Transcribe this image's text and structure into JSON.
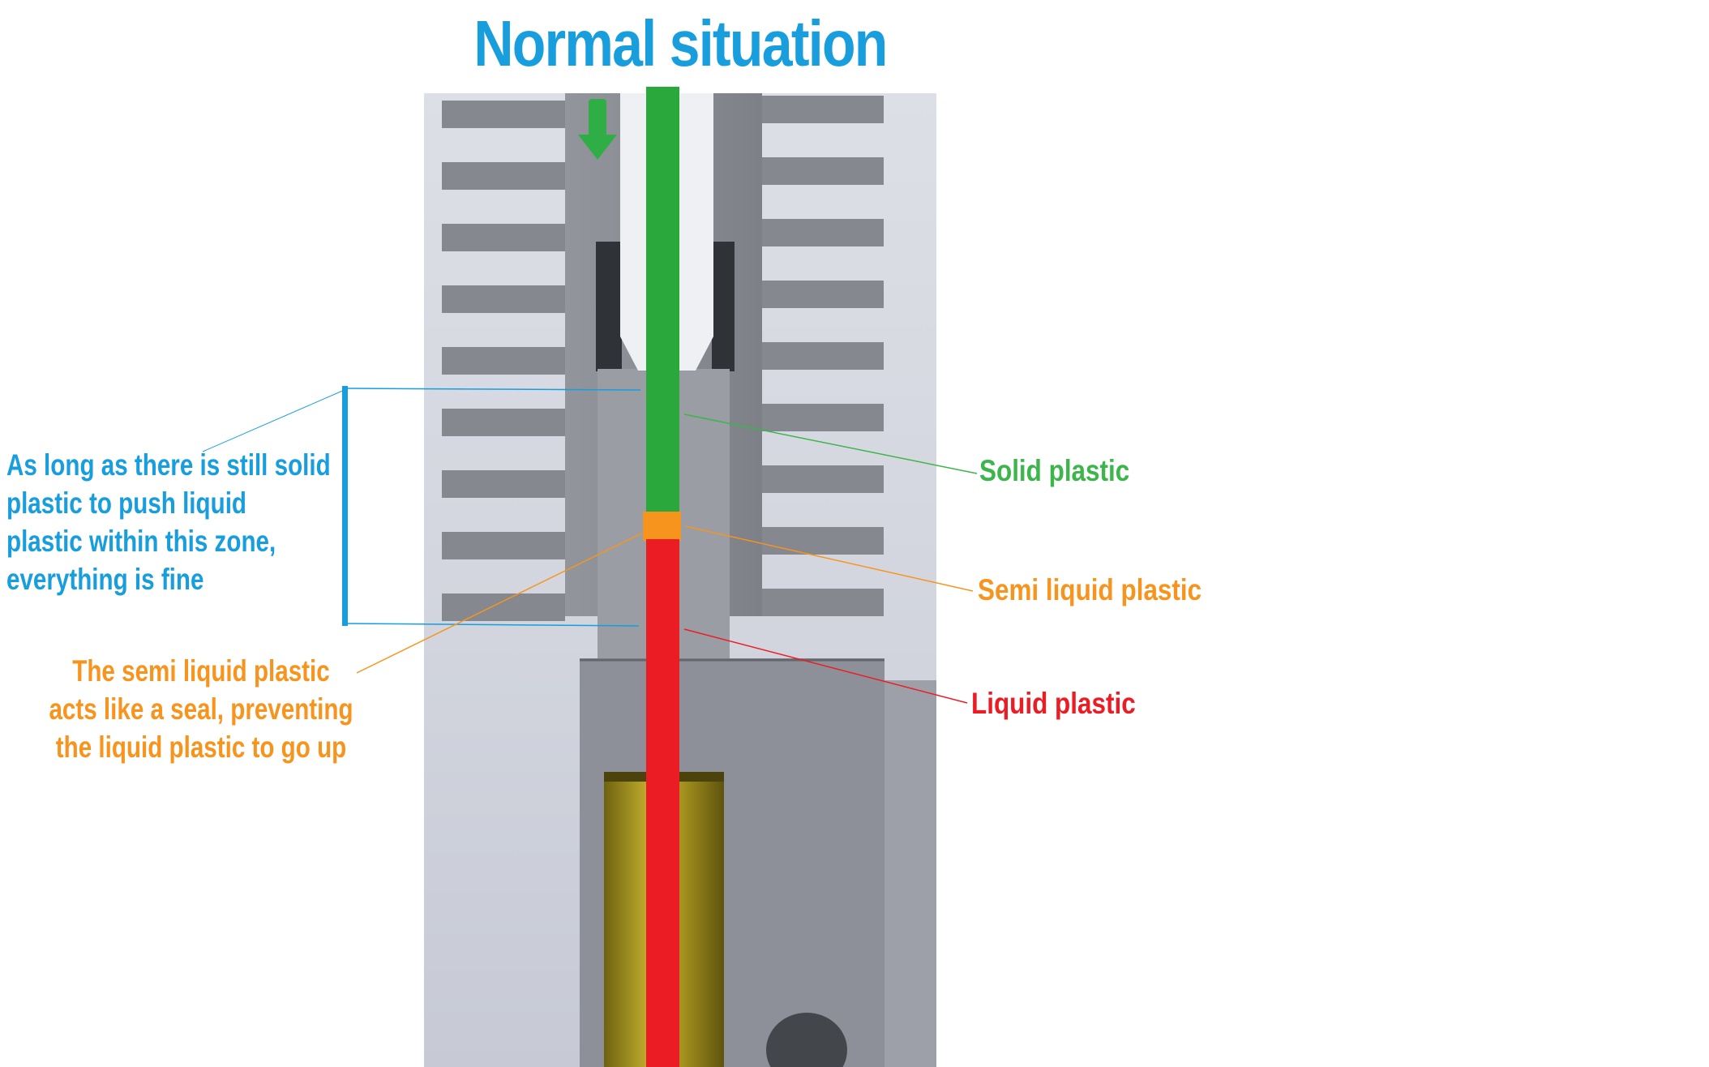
{
  "title": "Normal situation",
  "title_color": "#189ddd",
  "icons": {
    "flow_direction": "down-arrow"
  },
  "legend": {
    "solid": {
      "label": "Solid plastic",
      "color": "#3cb54a"
    },
    "semi": {
      "label": "Semi liquid plastic",
      "color": "#f7941e"
    },
    "liquid": {
      "label": "Liquid plastic",
      "color": "#ec1c24"
    }
  },
  "filament": {
    "solid_color": "#2aa83c",
    "semi_color": "#f7941e",
    "liquid_color": "#ec1c24"
  },
  "notes": {
    "blue": {
      "color": "#189ddd",
      "lines": [
        "As long as there is still solid",
        "plastic to push liquid",
        "plastic within this zone,",
        "everything is fine"
      ]
    },
    "orange": {
      "color": "#f7941e",
      "lines": [
        "The semi liquid plastic",
        "acts like a seal, preventing",
        "the liquid plastic to go up"
      ]
    }
  }
}
